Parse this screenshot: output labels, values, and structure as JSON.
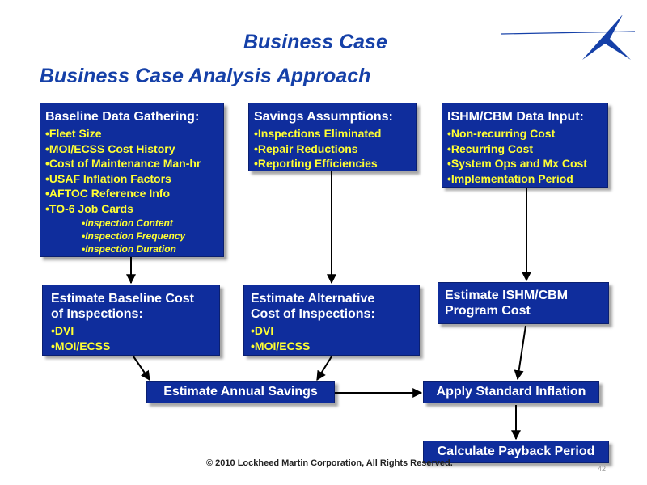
{
  "slide": {
    "title": "Business Case",
    "subtitle": "Business Case Analysis Approach",
    "footer": "© 2010 Lockheed Martin Corporation, All Rights Reserved.",
    "page_number": "42",
    "logo_icon": "lockheed-martin-star-icon"
  },
  "boxes": {
    "baseline_data": {
      "heading": "Baseline Data Gathering:",
      "items": [
        "•Fleet Size",
        "•MOI/ECSS Cost History",
        "•Cost of Maintenance Man-hr",
        "•USAF Inflation Factors",
        "•AFTOC Reference Info",
        "•TO-6 Job Cards"
      ],
      "subitems": [
        "•Inspection Content",
        "•Inspection Frequency",
        "•Inspection Duration"
      ]
    },
    "savings_assumptions": {
      "heading": "Savings Assumptions:",
      "items": [
        "•Inspections Eliminated",
        "•Repair Reductions",
        "•Reporting Efficiencies"
      ]
    },
    "ishm_input": {
      "heading": "ISHM/CBM Data Input:",
      "items": [
        "•Non-recurring Cost",
        "•Recurring Cost",
        "•System Ops and Mx Cost",
        "•Implementation Period"
      ]
    },
    "est_baseline": {
      "heading_line1": "Estimate Baseline Cost",
      "heading_line2": "of Inspections:",
      "items": [
        "•DVI",
        "•MOI/ECSS"
      ]
    },
    "est_alternative": {
      "heading_line1": "Estimate Alternative",
      "heading_line2": "Cost of Inspections:",
      "items": [
        "•DVI",
        "•MOI/ECSS"
      ]
    },
    "est_ishm": {
      "heading_line1": "Estimate ISHM/CBM",
      "heading_line2": "Program Cost"
    },
    "annual_savings": {
      "label": "Estimate Annual Savings"
    },
    "standard_inflation": {
      "label": "Apply Standard Inflation"
    },
    "payback_period": {
      "label": "Calculate Payback Period"
    }
  },
  "colors": {
    "title": "#1540a8",
    "box_fill": "#0f2d9c",
    "box_text": "#ffffff",
    "sub_item_text": "#ffff33",
    "arrow": "#000000"
  }
}
